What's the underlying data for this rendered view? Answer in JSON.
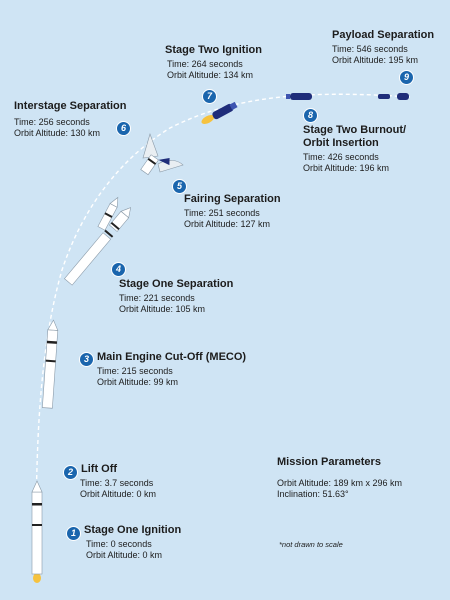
{
  "colors": {
    "background": "#cfe4f4",
    "badge": "#1a65ad",
    "trajectory": "#ffffff",
    "rocket_body": "#ffffff",
    "rocket_band": "#222222",
    "stage_two_blue": "#1f2d7a",
    "flame": "#f6c23e"
  },
  "events": [
    {
      "number": "1",
      "title": "Stage One Ignition",
      "lines": [
        "Time: 0 seconds",
        "Orbit Altitude: 0 km"
      ]
    },
    {
      "number": "2",
      "title": "Lift Off",
      "lines": [
        "Time: 3.7 seconds",
        "Orbit Altitude: 0 km"
      ]
    },
    {
      "number": "3",
      "title": "Main Engine Cut-Off (MECO)",
      "lines": [
        "Time: 215 seconds",
        "Orbit Altitude: 99 km"
      ]
    },
    {
      "number": "4",
      "title": "Stage One Separation",
      "lines": [
        "Time: 221 seconds",
        "Orbit Altitude: 105 km"
      ]
    },
    {
      "number": "5",
      "title": "Fairing Separation",
      "lines": [
        "Time: 251 seconds",
        "Orbit Altitude: 127 km"
      ]
    },
    {
      "number": "6",
      "title": "Interstage Separation",
      "lines": [
        "Time: 256 seconds",
        "Orbit Altitude: 130 km"
      ]
    },
    {
      "number": "7",
      "title": "Stage Two Ignition",
      "lines": [
        "Time: 264 seconds",
        "Orbit Altitude: 134 km"
      ]
    },
    {
      "number": "8",
      "title": "Stage Two Burnout/\nOrbit Insertion",
      "lines": [
        "Time: 426 seconds",
        "Orbit Altitude: 196 km"
      ]
    },
    {
      "number": "9",
      "title": "Payload Separation",
      "lines": [
        "Time: 546 seconds",
        "Orbit Altitude: 195 km"
      ]
    }
  ],
  "mission": {
    "title": "Mission Parameters",
    "orbit": "Orbit Altitude: 189 km x 296 km",
    "inclination": "Inclination: 51.63°"
  },
  "footnote": "*not drawn to scale"
}
